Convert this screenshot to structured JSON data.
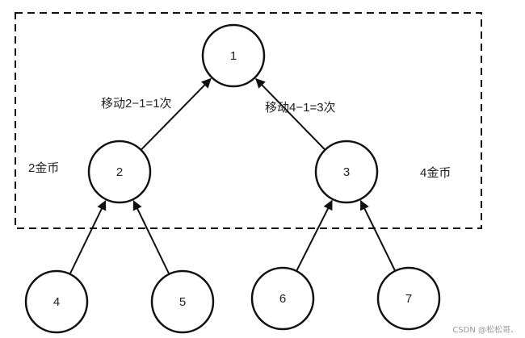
{
  "nodes": [
    {
      "id": "1",
      "label": "1"
    },
    {
      "id": "2",
      "label": "2"
    },
    {
      "id": "3",
      "label": "3"
    },
    {
      "id": "4",
      "label": "4"
    },
    {
      "id": "5",
      "label": "5"
    },
    {
      "id": "6",
      "label": "6"
    },
    {
      "id": "7",
      "label": "7"
    }
  ],
  "edges": [
    {
      "from": "2",
      "to": "1",
      "label": "移动2−1=1次"
    },
    {
      "from": "3",
      "to": "1",
      "label": "移动4−1=3次"
    },
    {
      "from": "4",
      "to": "2"
    },
    {
      "from": "5",
      "to": "2"
    },
    {
      "from": "6",
      "to": "3"
    },
    {
      "from": "7",
      "to": "3"
    }
  ],
  "side_labels": {
    "left": "2金币",
    "right": "4金币"
  },
  "watermark": "CSDN @松松哥、",
  "colors": {
    "stroke": "#111111",
    "text": "#222222",
    "background": "#ffffff"
  }
}
